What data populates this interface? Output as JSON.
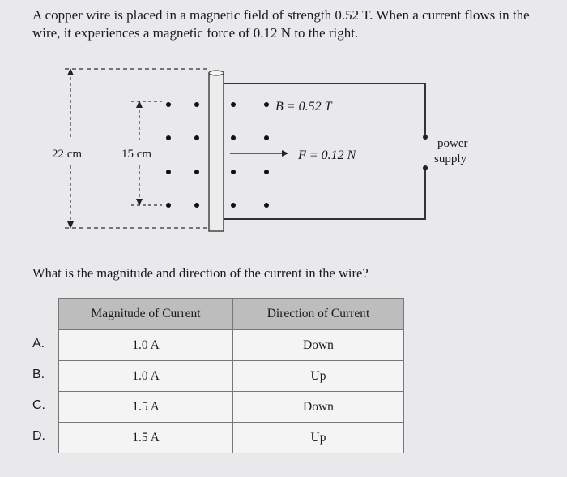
{
  "question": {
    "line1": "A copper wire is placed in a magnetic field of strength 0.52 T. When a current flows in the",
    "line2": "wire, it experiences a magnetic force of 0.12 N to the right."
  },
  "diagram": {
    "label_22cm": "22 cm",
    "label_15cm": "15 cm",
    "label_B": "B = 0.52 T",
    "label_F": "F = 0.12 N",
    "label_power1": "power",
    "label_power2": "supply"
  },
  "prompt": "What is the magnitude and direction of the current in the wire?",
  "table": {
    "headers": [
      "Magnitude of Current",
      "Direction of Current"
    ],
    "rows": [
      {
        "letter": "A.",
        "magnitude": "1.0 A",
        "direction": "Down"
      },
      {
        "letter": "B.",
        "magnitude": "1.0 A",
        "direction": "Up"
      },
      {
        "letter": "C.",
        "magnitude": "1.5 A",
        "direction": "Down"
      },
      {
        "letter": "D.",
        "magnitude": "1.5 A",
        "direction": "Up"
      }
    ]
  }
}
